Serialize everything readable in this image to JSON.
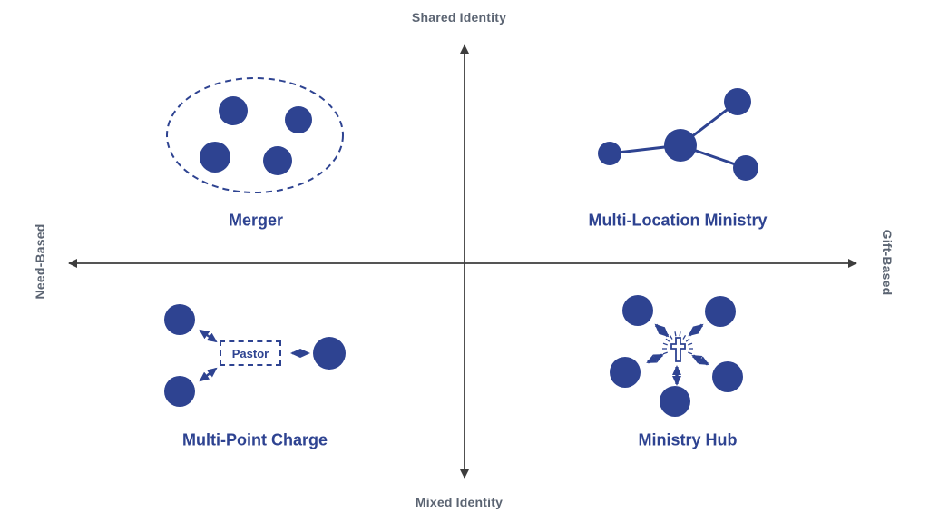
{
  "title": "Church multi-site models quadrant diagram",
  "colors": {
    "navy": "#2e4391",
    "axis_line": "#3d3d3d",
    "axis_label_gray": "#5b6472",
    "background": "#ffffff"
  },
  "axis_labels": {
    "top": "Shared Identity",
    "bottom": "Mixed Identity",
    "left": "Need-Based",
    "right": "Gift-Based"
  },
  "quadrants": {
    "top_left": {
      "label": "Merger"
    },
    "top_right": {
      "label": "Multi-Location Ministry"
    },
    "bottom_left": {
      "label": "Multi-Point Charge",
      "box_label": "Pastor"
    },
    "bottom_right": {
      "label": "Ministry Hub"
    }
  },
  "icons": {
    "bottom_right_center": "cross-icon"
  }
}
